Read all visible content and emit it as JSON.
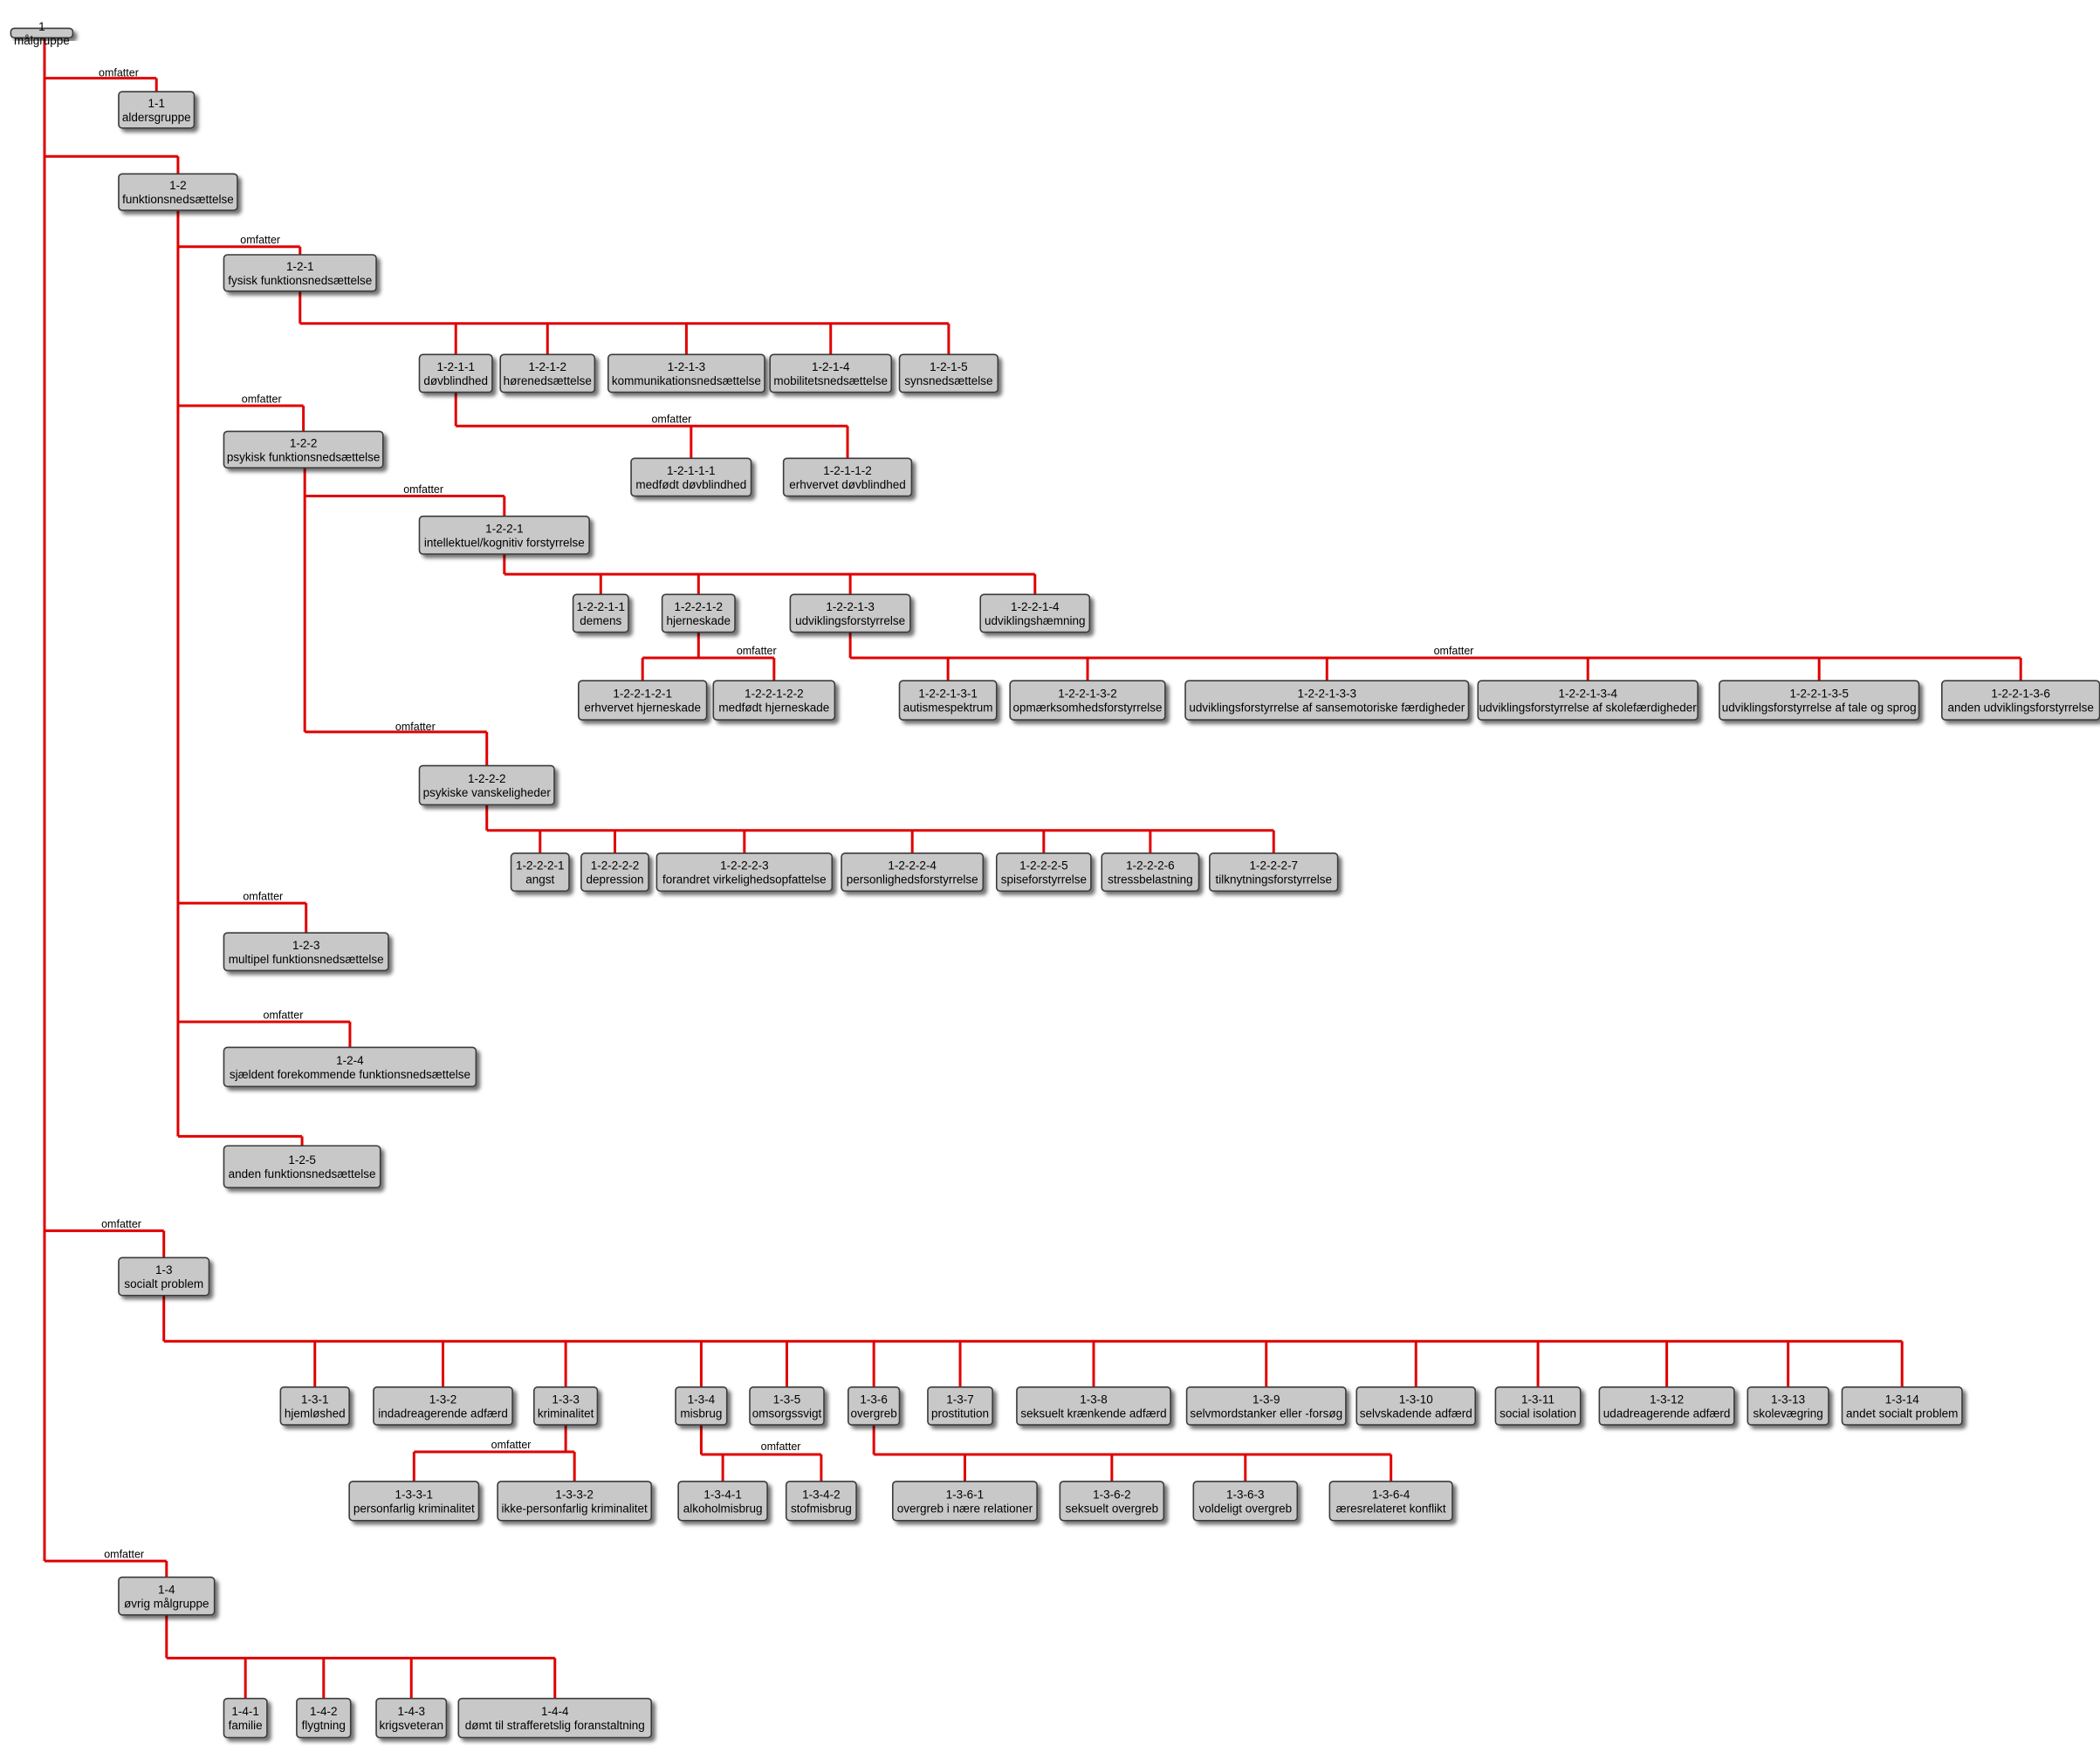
{
  "diagram": {
    "edge_color": "#e00000",
    "node_fill": "#c8c8c8",
    "nodes": [
      {
        "id": "1",
        "label": "målgruppe"
      },
      {
        "id": "1-1",
        "label": "aldersgruppe"
      },
      {
        "id": "1-2",
        "label": "funktionsnedsættelse"
      },
      {
        "id": "1-2-1",
        "label": "fysisk funktionsnedsættelse"
      },
      {
        "id": "1-2-1-1",
        "label": "døvblindhed"
      },
      {
        "id": "1-2-1-2",
        "label": "hørenedsættelse"
      },
      {
        "id": "1-2-1-3",
        "label": "kommunikationsnedsættelse"
      },
      {
        "id": "1-2-1-4",
        "label": "mobilitetsnedsættelse"
      },
      {
        "id": "1-2-1-5",
        "label": "synsnedsættelse"
      },
      {
        "id": "1-2-1-1-1",
        "label": "medfødt døvblindhed"
      },
      {
        "id": "1-2-1-1-2",
        "label": "erhvervet døvblindhed"
      },
      {
        "id": "1-2-2",
        "label": "psykisk funktionsnedsættelse"
      },
      {
        "id": "1-2-2-1",
        "label": "intellektuel/kognitiv forstyrrelse"
      },
      {
        "id": "1-2-2-1-1",
        "label": "demens"
      },
      {
        "id": "1-2-2-1-2",
        "label": "hjerneskade"
      },
      {
        "id": "1-2-2-1-3",
        "label": "udviklingsforstyrrelse"
      },
      {
        "id": "1-2-2-1-4",
        "label": "udviklingshæmning"
      },
      {
        "id": "1-2-2-1-2-1",
        "label": "erhvervet hjerneskade"
      },
      {
        "id": "1-2-2-1-2-2",
        "label": "medfødt hjerneskade"
      },
      {
        "id": "1-2-2-1-3-1",
        "label": "autismespektrum"
      },
      {
        "id": "1-2-2-1-3-2",
        "label": "opmærksomhedsforstyrrelse"
      },
      {
        "id": "1-2-2-1-3-3",
        "label": "udviklingsforstyrrelse af sansemotoriske færdigheder"
      },
      {
        "id": "1-2-2-1-3-4",
        "label": "udviklingsforstyrrelse af skolefærdigheder"
      },
      {
        "id": "1-2-2-1-3-5",
        "label": "udviklingsforstyrrelse af tale og sprog"
      },
      {
        "id": "1-2-2-1-3-6",
        "label": "anden udviklingsforstyrrelse"
      },
      {
        "id": "1-2-2-2",
        "label": "psykiske vanskeligheder"
      },
      {
        "id": "1-2-2-2-1",
        "label": "angst"
      },
      {
        "id": "1-2-2-2-2",
        "label": "depression"
      },
      {
        "id": "1-2-2-2-3",
        "label": "forandret virkelighedsopfattelse"
      },
      {
        "id": "1-2-2-2-4",
        "label": "personlighedsforstyrrelse"
      },
      {
        "id": "1-2-2-2-5",
        "label": "spiseforstyrrelse"
      },
      {
        "id": "1-2-2-2-6",
        "label": "stressbelastning"
      },
      {
        "id": "1-2-2-2-7",
        "label": "tilknytningsforstyrrelse"
      },
      {
        "id": "1-2-3",
        "label": "multipel funktionsnedsættelse"
      },
      {
        "id": "1-2-4",
        "label": "sjældent forekommende funktionsnedsættelse"
      },
      {
        "id": "1-2-5",
        "label": "anden funktionsnedsættelse"
      },
      {
        "id": "1-3",
        "label": "socialt problem"
      },
      {
        "id": "1-3-1",
        "label": "hjemløshed"
      },
      {
        "id": "1-3-2",
        "label": "indadreagerende adfærd"
      },
      {
        "id": "1-3-3",
        "label": "kriminalitet"
      },
      {
        "id": "1-3-4",
        "label": "misbrug"
      },
      {
        "id": "1-3-5",
        "label": "omsorgssvigt"
      },
      {
        "id": "1-3-6",
        "label": "overgreb"
      },
      {
        "id": "1-3-7",
        "label": "prostitution"
      },
      {
        "id": "1-3-8",
        "label": "seksuelt krænkende adfærd"
      },
      {
        "id": "1-3-9",
        "label": "selvmordstanker eller -forsøg"
      },
      {
        "id": "1-3-10",
        "label": "selvskadende adfærd"
      },
      {
        "id": "1-3-11",
        "label": "social isolation"
      },
      {
        "id": "1-3-12",
        "label": "udadreagerende adfærd"
      },
      {
        "id": "1-3-13",
        "label": "skolevægring"
      },
      {
        "id": "1-3-14",
        "label": "andet socialt problem"
      },
      {
        "id": "1-3-3-1",
        "label": "personfarlig kriminalitet"
      },
      {
        "id": "1-3-3-2",
        "label": "ikke-personfarlig kriminalitet"
      },
      {
        "id": "1-3-4-1",
        "label": "alkoholmisbrug"
      },
      {
        "id": "1-3-4-2",
        "label": "stofmisbrug"
      },
      {
        "id": "1-3-6-1",
        "label": "overgreb i nære relationer"
      },
      {
        "id": "1-3-6-2",
        "label": "seksuelt overgreb"
      },
      {
        "id": "1-3-6-3",
        "label": "voldeligt overgreb"
      },
      {
        "id": "1-3-6-4",
        "label": "æresrelateret konflikt"
      },
      {
        "id": "1-4",
        "label": "øvrig målgruppe"
      },
      {
        "id": "1-4-1",
        "label": "familie"
      },
      {
        "id": "1-4-2",
        "label": "flygtning"
      },
      {
        "id": "1-4-3",
        "label": "krigsveteran"
      },
      {
        "id": "1-4-4",
        "label": "dømt til strafferetslig foranstaltning"
      }
    ],
    "edge_labels": [
      "omfatter",
      "omfatter",
      "omfatter",
      "omfatter",
      "omfatter",
      "omfatter",
      "omfatter",
      "omfatter",
      "omfatter",
      "omfatter",
      "omfatter",
      "omfatter",
      "omfatter",
      "omfatter",
      "omfatter",
      "omfatter"
    ]
  }
}
